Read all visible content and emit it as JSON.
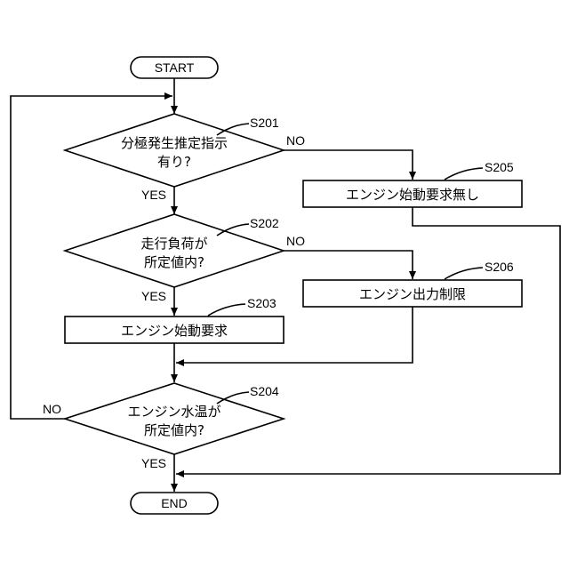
{
  "terminals": {
    "start": "START",
    "end": "END"
  },
  "decisions": {
    "s201": {
      "step": "S201",
      "line1": "分極発生推定指示",
      "line2": "有り?"
    },
    "s202": {
      "step": "S202",
      "line1": "走行負荷が",
      "line2": "所定値内?"
    },
    "s204": {
      "step": "S204",
      "line1": "エンジン水温が",
      "line2": "所定値内?"
    }
  },
  "processes": {
    "s203": {
      "step": "S203",
      "label": "エンジン始動要求"
    },
    "s205": {
      "step": "S205",
      "label": "エンジン始動要求無し"
    },
    "s206": {
      "step": "S206",
      "label": "エンジン出力制限"
    }
  },
  "branch_labels": {
    "s201_yes": "YES",
    "s201_no": "NO",
    "s202_yes": "YES",
    "s202_no": "NO",
    "s204_yes": "YES",
    "s204_no": "NO"
  }
}
